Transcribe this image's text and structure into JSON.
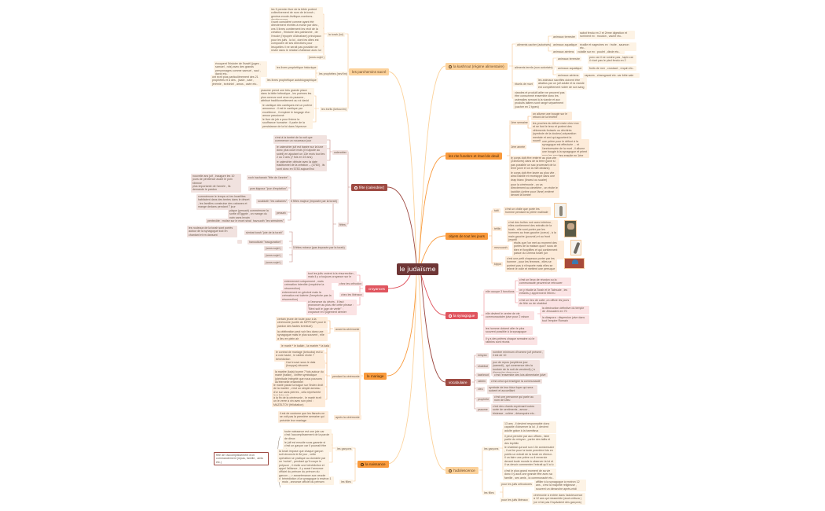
{
  "root": {
    "label": "le judaïsme"
  },
  "colors": {
    "root": "#6e3636",
    "cream": "#fcd29b",
    "orange": "#f99a3c",
    "maroon": "#9e4a42",
    "red": "#e0545e"
  },
  "right": {
    "kashrout": {
      "label": "la kashrout (régime alimentaire)",
      "icon": "circle-icon",
      "cacher": {
        "label": "aliments cacher (autorisés)",
        "items": [
          {
            "label": "animaux terrestre",
            "text": "sabot fendu en 2 et 2ème digestion et ruminent ex : mouton , vache etc.."
          },
          {
            "label": "animaux aquatique",
            "text": "écaille et nageoires ex : truite , saumon etc.."
          },
          {
            "label": "animaux aériens",
            "text": "volatile sur ex : poulet , dinde etc.."
          }
        ]
      },
      "terefa": {
        "label": "aliments terefa (non autorisés)",
        "items": [
          {
            "label": "animaux terrestre",
            "text": "porc car il ne rumine pas , lapin car il n'ont pas le pied fendu en 2"
          },
          {
            "label": "animaux aquatique",
            "text": "fruits de mer , crustacé , requin etc.."
          },
          {
            "label": "animaux aériens",
            "text": "rapaces , charognard etc. car bête sale"
          }
        ]
      },
      "abattage": {
        "label": "rituels de mort",
        "text": "les animaux sacrifiés doivent être abattus par un juif adulte et la viande est complètement vidée de son sang"
      },
      "note": "viandes et produit laitier ne peuvent pas être consommé ensemble donc les ustensiles servant à la viande et aux produits laitiers sont rangé séparément (cacher en 2 types)"
    },
    "funeraire": {
      "label": "les rite funebre et rituel de deuil",
      "semaine": {
        "label": "1ère semaine",
        "items": [
          "on allume une bougie sur le rebord de la fenêtre",
          "les proches du défunt reste chez eux et ne font le tenu et portent des vêtements froissés ou déchirés (symbole de la douleur) séparation mentale et ami qui apportent la nourriture etc.."
        ]
      },
      "premiere_annee": {
        "label": "1ère année",
        "text": "une prière pour le défunt à la synagogue est effectuée ... et l'anniversaire de la mort , il allume une bougie à la synagogue et prient pour les proches ensuite en 1ère"
      },
      "notes": [
        "le corps doit être enterré au plus vite (24heures) dans de la terre (juive si pas possible un sac provenant de la terre juive et on la met dedans)",
        "le corps doit être lavée au plus vite , ainsi habillé et enveloppé dans une drap blanc (linceul ou suaire)",
        "pour la cérémonie , on va directement au cimetière , on récite le kaddich (prière pour l'âme) entérré devant la tombe"
      ]
    },
    "objets": {
      "label": "objets de tout les jours",
      "items": [
        {
          "label": "talit",
          "text": "c'est un châle que porte les homme pendant la prière matinale",
          "image": "talit-image"
        },
        {
          "label": "tefilin",
          "text": "c'est des boîtes noir avec intérieur , elles contiennent des extraits de la torah , elle sont porter par les hommes au bras gauche (coeur) , à la main gauche (pouvoir) et au front (esprit)",
          "image": "tefilin-image"
        },
        {
          "label": "mezouzah",
          "text": "étuits que l'on met au moment des portes de la maison quoi? sous de bien et fonctifies et qui contiennent passe du Chema Israël (un parchemin)",
          "image": "mezouzah-image"
        },
        {
          "label": "kippa",
          "text": "c'est une petit chapeaux porter par les homme , pour les femmes , elles se portent pas à n'importe mais elles se relevé le voile et mettent une perruque",
          "image": "kippa-image"
        }
      ]
    },
    "synagogue": {
      "label": "la synagogue",
      "icon": "circle-icon",
      "fonctions": {
        "label": "elle occupe 3 fonctions",
        "items": [
          "c'est un lieux de réunion ou la communauté peuvent se retrouver",
          "on y étudie la Torah et le Talmude , les enfants y apprennent l'ébreu",
          "c'est un lieu de culte ,on officie les jours de fête ou de shabbat"
        ]
      },
      "centre": {
        "label": "elle devient le centre de vie communautaire juive pour 2 raison",
        "items": [
          "la destruction définitive du temple de Jérusalem en 70",
          "la diaspora : dispersion juive dans tout l'empire Romain"
        ]
      },
      "notes": [
        "les homme doivent aller le plus souvent possible à la synagogue",
        "il y a des prières chaque semaine où le rabbins sont réunis"
      ]
    },
    "vocabulaire": {
      "label": "vocabulaire",
      "items": [
        {
          "term": "minyan",
          "def": "nombre minimum d'homme juif présent , il est de 10"
        },
        {
          "term": "shabbat",
          "def": "jour de repos (septième jour (samedi) , qui commence dès la tombée de la nuit de vendredi) ( à dimanche dans nous"
        },
        {
          "term": "kashrout",
          "def": "c'est l'ensemble des lois alimentaire juive"
        },
        {
          "term": "rabbin",
          "def": "c'est celui qui enseigne la communauté"
        },
        {
          "term": "cieu",
          "def": "symbole de leur futur foyer qui sera suivent et accueillant"
        },
        {
          "term": "prophète",
          "def": "c'est une personne qui parle au nom de Dieu"
        },
        {
          "term": "psaume",
          "def": "c'est des chants exprimant toutes sorte de sentiments , amour , tristesse , colère , désespoire etc.."
        }
      ]
    },
    "adolescence": {
      "label": "l'adolescence",
      "icon": "circle-icon",
      "garcons": {
        "label": "les garçons",
        "items": [
          "13 ans , il devient responsable donc capable d'observer la loi , il devient adulte grâce à la barmitsva",
          "il peut prendre par aux offices , faire partie du minyan , porter des talits et des tephilin",
          "le shabbat qui suit son 13e anniversaire , il va lire pour la toute première fois en public un extrait de la torah en ébreux . Il va faire une prière ou il remercie devant toute monde à observer la loi et il va devoir commenter l'extrait qu'il a lu",
          "c'est le plus grand moment de sa vie donc il y aura une grande fête avec sa famille , ses amis , la communauté etc.."
        ]
      },
      "filles": {
        "label": "les filles",
        "items": [
          {
            "label": "pour les juifs orthodoxes",
            "text": "affilier à la synagogue à environ 12 ans , c'est la majorité religieuse , souvent un dimanche après-midi"
          },
          {
            "label": "pour les juifs libéraux",
            "text": "cérémonie à entrée dans l'adolescence à 12 ans qui ressemble (avoir-mitsva ) (ce n'est pas l'équivalent des garçons)"
          }
        ]
      }
    }
  },
  "left": {
    "parchemins": {
      "label": "les parchemins sacré",
      "torah": {
        "label": "la torah (loi)",
        "items": [
          "les 5 premier livre de la bible portent collectivement de nom de la torah ; genèse-exode-lévitique-nombres-deutéronome",
          "il sont considéré comme ayant été directement révélés à moïse par dieu , ces 5 livres contiennent les récit de la création , l'histoire des patriarche , de l'exode (l'épopée d'Abraham) principaux de la loi juive",
          "pour les juifs , la loi , dont les dites est composée de ses directives pour lesquelles il ne serait pas possible de rester dans le relation d'alliance avec lui",
          "(sous-sujet )"
        ]
      },
      "prophetes": {
        "label": "les prophètes (nevi'im)",
        "items": [
          {
            "label": "les livres prophétique historique",
            "text": "évoquent l'histoire de l'israël (juges , samuel , rois) avec des grands personnages comme samuel , saul , david etc.."
          },
          {
            "label": "les livres prophétique autobiographique",
            "text": "ont écrit plus particulièrement des 21 prophètes et à des , (isaïe , saïe , jérémie , ézéchiel , amos , osée etc.."
          }
        ]
      },
      "ecrits": {
        "label": "les écrits (ketouvim)",
        "items": [
          "psaume prend une très grande place dans la bible hébraïque , les poèmes les plus connus sont ceux du psaume , attribué traditionnellement au roi david",
          "le cantique des cantiques est un poème amoureux : il est le cantique par excellence , il emploie le langage d'un amour passionné",
          "le livre de job a pour thème la souffrance humaine : il parle de la persistance de la foi dans l'épreuve"
        ]
      }
    },
    "fetes": {
      "label": "fête (calendrier)",
      "icon": "circle-icon",
      "calendrier": {
        "label": "calendrier",
        "items": [
          "c'est à la tombé de la nuit que commence un nouveaux jour",
          "le calendrier juif est basée sur la lune donc plus court mois (il s'ajoute au soleil) en ajoutant un 13e mois tout les 2 ou 3 ans (7 fois en 19 ans)",
          "le calendrier débute avec la date traditionnel de la création -- (3760) , ils sont donc en 5783 aujourd'hui"
        ]
      },
      "fetes_label": "fêtes",
      "majeur": {
        "label": "5 fêtes majeur (imposée par la torah)",
        "items": [
          {
            "label": "roch hachanah \"fête de l'année\"",
            "text": "nouvelle ans juif , inaugure les 10 jours de pénitence avant le yom kippour"
          },
          {
            "label": "yom kippour \"jour d'expiation\"",
            "text": "plus importante de l'année , ils demande le pardon"
          },
          {
            "label": "soukkoth \"les cabanes\"",
            "text": "commémore le temps où les Israélites habitaient dans des tentes dans le désert , les familles construise des cabanes et mange dedans pendant 7 jour"
          },
          {
            "label": "pessah",
            "text": "pâque (pessah) commémore la sortie d'Egypte , on mange du pain sans levain"
          },
          {
            "label": "shavouoth \"les semaines\"",
            "text": "pentecôte : moïse sur le mont sinaï"
          }
        ]
      },
      "mineur": {
        "label": "5 fêtes mineur (pas imposée par la torah)",
        "items": [
          {
            "label": "simhat torah \"joie de la torah\"",
            "text": "les rouleaux de la torah sont portés autour de la synagogue tout en chantant et en dansant"
          },
          {
            "label": "hanoukkah \"inauguration\"",
            "text": ""
          },
          {
            "label": "(sous-sujet )",
            "text": ""
          },
          {
            "label": "(sous-sujet )",
            "text": ""
          },
          {
            "label": "(sous-sujet )",
            "text": ""
          }
        ]
      }
    },
    "croyances": {
      "label": "croyances",
      "intro": "tout les juifs croient à la résurrection , mais il y a toujours croyance sur le devenir du corps",
      "items": [
        {
          "label": "chez les orthodox",
          "text": "enterrement uniquement , mais crémation interdite (empêche la résurrection)"
        },
        {
          "label": "chez les libéraux",
          "text": "enterrement en général mais la crémation est tolérée (l'empêche pas la résurrection)"
        }
      ],
      "note": "à l'annonce du décès , il faut prononcer au plus vite cette phrase : \"Béni soit le juge de vérité\" : croyance en l'jugement dernier"
    },
    "mariage": {
      "label": "le mariage",
      "avant": {
        "label": "avant la cérémonie",
        "items": [
          "certain jeune de toute pour à la cérémonie (sortie de KIPPOUR pour le pardon des fautes éventuel)",
          "la célébration peut voir lieu dans une synagogue mais le plus souvent , elle a lieu en plein air"
        ]
      },
      "pendant": {
        "label": "pendant la cérémonie",
        "items": [
          "le marié * le kallah , la mariée * la kala",
          "le contrat de mariage (ketouba) est lu à voix haute , le rabbin récite 7 bénédiction",
          "il se trouve sous le dais (houppa) décorée",
          "la mariée (kala) tourne 7 fois autour du marié (hatan) , chiffre symbolique (plénitude intégrité que nous pouvons qu'éternelle ensemble)",
          "le marié passe la bague sur l'index droit de la mariée , c'est un simple anneau d'or sur sans pierres , cela représente leur futur vie",
          "à la fin de la cérémonie , le marié écrit un le verre à vin avec son pied : MAZELTOV (félicitation)"
        ]
      },
      "apres": {
        "label": "après la cérémonie",
        "items": [
          "il est de coutume que les fiancés ne se voit pas la première semaine qui précède leur mariage"
        ]
      }
    },
    "naissance": {
      "label": "la naissance",
      "icon": "circle-icon",
      "side_note": "fête de l'accomplissement d'un commandement (repas, famille , amis etc.)",
      "garcons": {
        "label": "les garçons",
        "items": [
          "toute naissance est une joie car c'est l'accomplissement de la parole de dieux",
          "le juif est ensuite sous garante si c'est un garçon car il pourrait être circoncé",
          "la torah impose que chaque garçon soit circoncis le 8e jour , cette opération se pratique au domicile par un 'mohel' , pendant qu'il coupe le prépuce , il récite une bénédiction et appel l'alliance , il y aussi l'annonce officiel du prénom du prénom du garçon ---> appartenance aux peuple de l'alliance"
        ]
      },
      "filles": {
        "label": "les filles",
        "items": [
          "bénédiction à la synagogue à environ 1 mois , annonce officiel du prénom"
        ]
      }
    }
  }
}
